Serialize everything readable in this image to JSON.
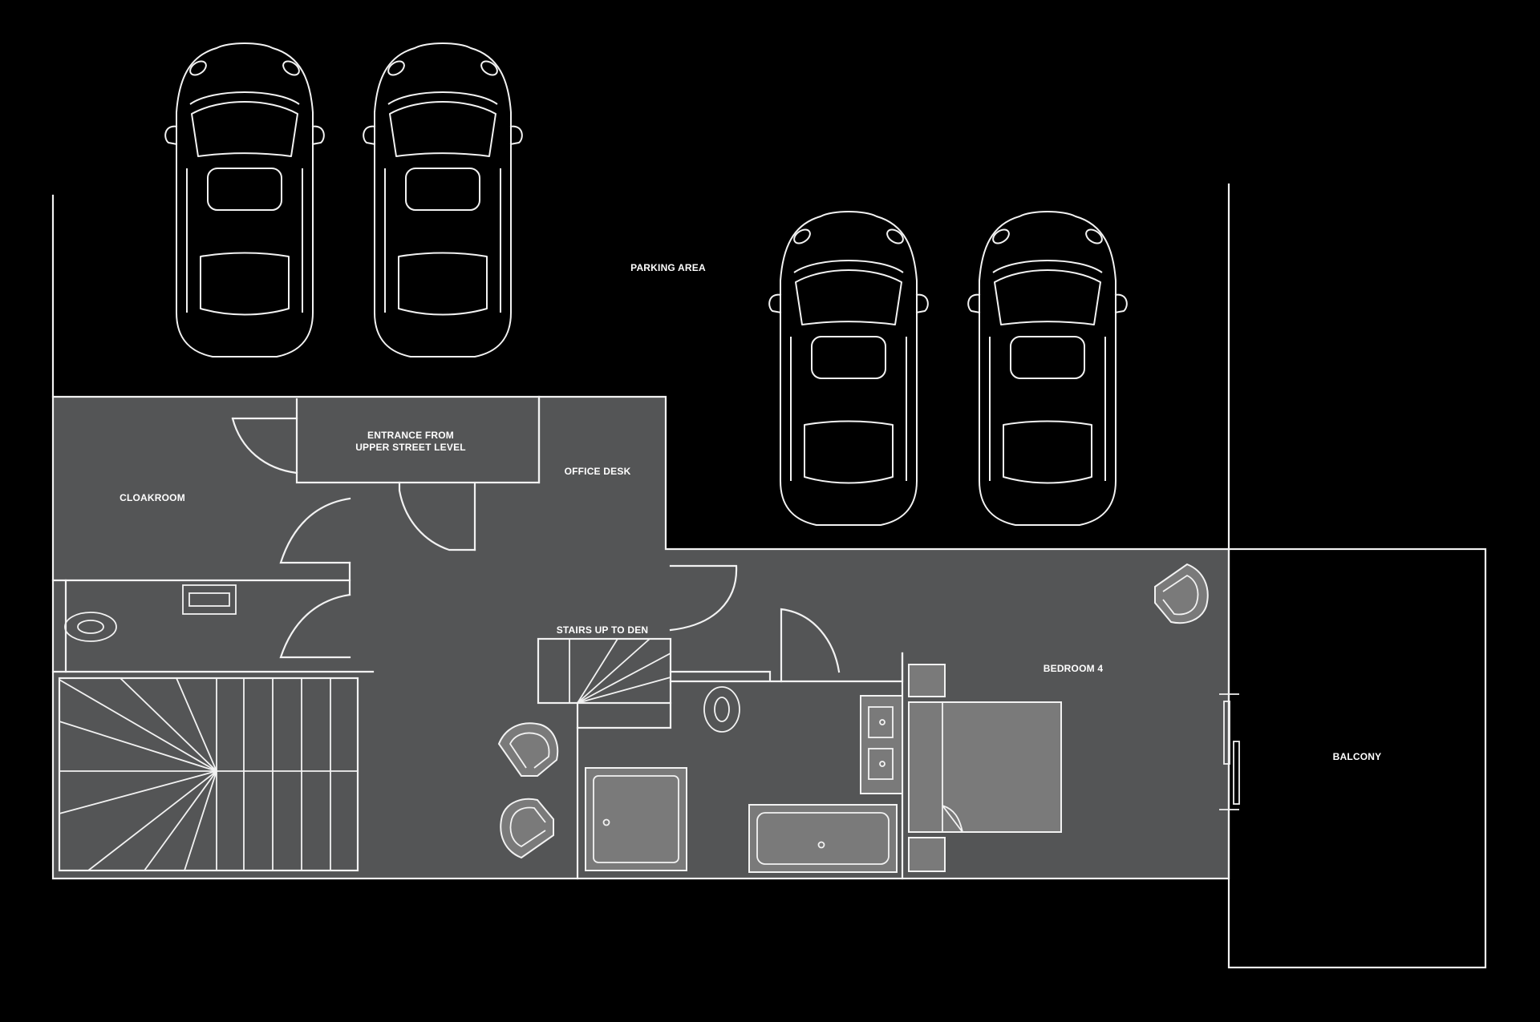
{
  "labels": {
    "parking": "PARKING AREA",
    "entrance_line1": "ENTRANCE FROM",
    "entrance_line2": "UPPER STREET LEVEL",
    "office": "OFFICE DESK",
    "cloakroom": "CLOAKROOM",
    "stairs": "STAIRS UP TO DEN",
    "bedroom": "BEDROOM 4",
    "balcony": "BALCONY"
  },
  "colors": {
    "background": "#000000",
    "floor": "#545556",
    "fixture": "#7a7a7a",
    "line": "#f2f2f2"
  },
  "icons": [
    "car-icon",
    "toilet-icon",
    "sink-icon",
    "shower-tray-icon",
    "bathtub-icon",
    "double-bed-icon",
    "armchair-icon",
    "staircase-icon",
    "door-swing-icon",
    "window-icon"
  ]
}
